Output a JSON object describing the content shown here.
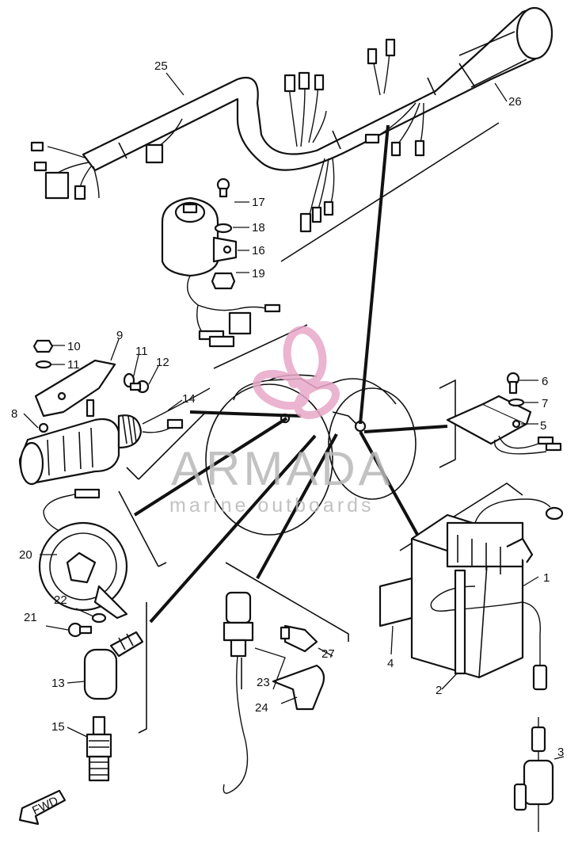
{
  "diagram": {
    "callouts": [
      {
        "id": "1",
        "label": "1"
      },
      {
        "id": "2",
        "label": "2"
      },
      {
        "id": "3",
        "label": "3"
      },
      {
        "id": "4",
        "label": "4"
      },
      {
        "id": "5",
        "label": "5"
      },
      {
        "id": "6",
        "label": "6"
      },
      {
        "id": "7",
        "label": "7"
      },
      {
        "id": "8",
        "label": "8"
      },
      {
        "id": "9",
        "label": "9"
      },
      {
        "id": "10",
        "label": "10"
      },
      {
        "id": "11a",
        "label": "11"
      },
      {
        "id": "11b",
        "label": "11"
      },
      {
        "id": "12",
        "label": "12"
      },
      {
        "id": "13",
        "label": "13"
      },
      {
        "id": "14",
        "label": "14"
      },
      {
        "id": "15",
        "label": "15"
      },
      {
        "id": "16",
        "label": "16"
      },
      {
        "id": "17",
        "label": "17"
      },
      {
        "id": "18",
        "label": "18"
      },
      {
        "id": "19",
        "label": "19"
      },
      {
        "id": "20",
        "label": "20"
      },
      {
        "id": "21",
        "label": "21"
      },
      {
        "id": "22",
        "label": "22"
      },
      {
        "id": "23",
        "label": "23"
      },
      {
        "id": "24",
        "label": "24"
      },
      {
        "id": "25",
        "label": "25"
      },
      {
        "id": "26",
        "label": "26"
      },
      {
        "id": "27",
        "label": "27"
      }
    ],
    "fwd_label": "FWD"
  },
  "watermark": {
    "brand": "ARMADA",
    "tagline": "marine outboards",
    "color": "#e8a8c8"
  }
}
